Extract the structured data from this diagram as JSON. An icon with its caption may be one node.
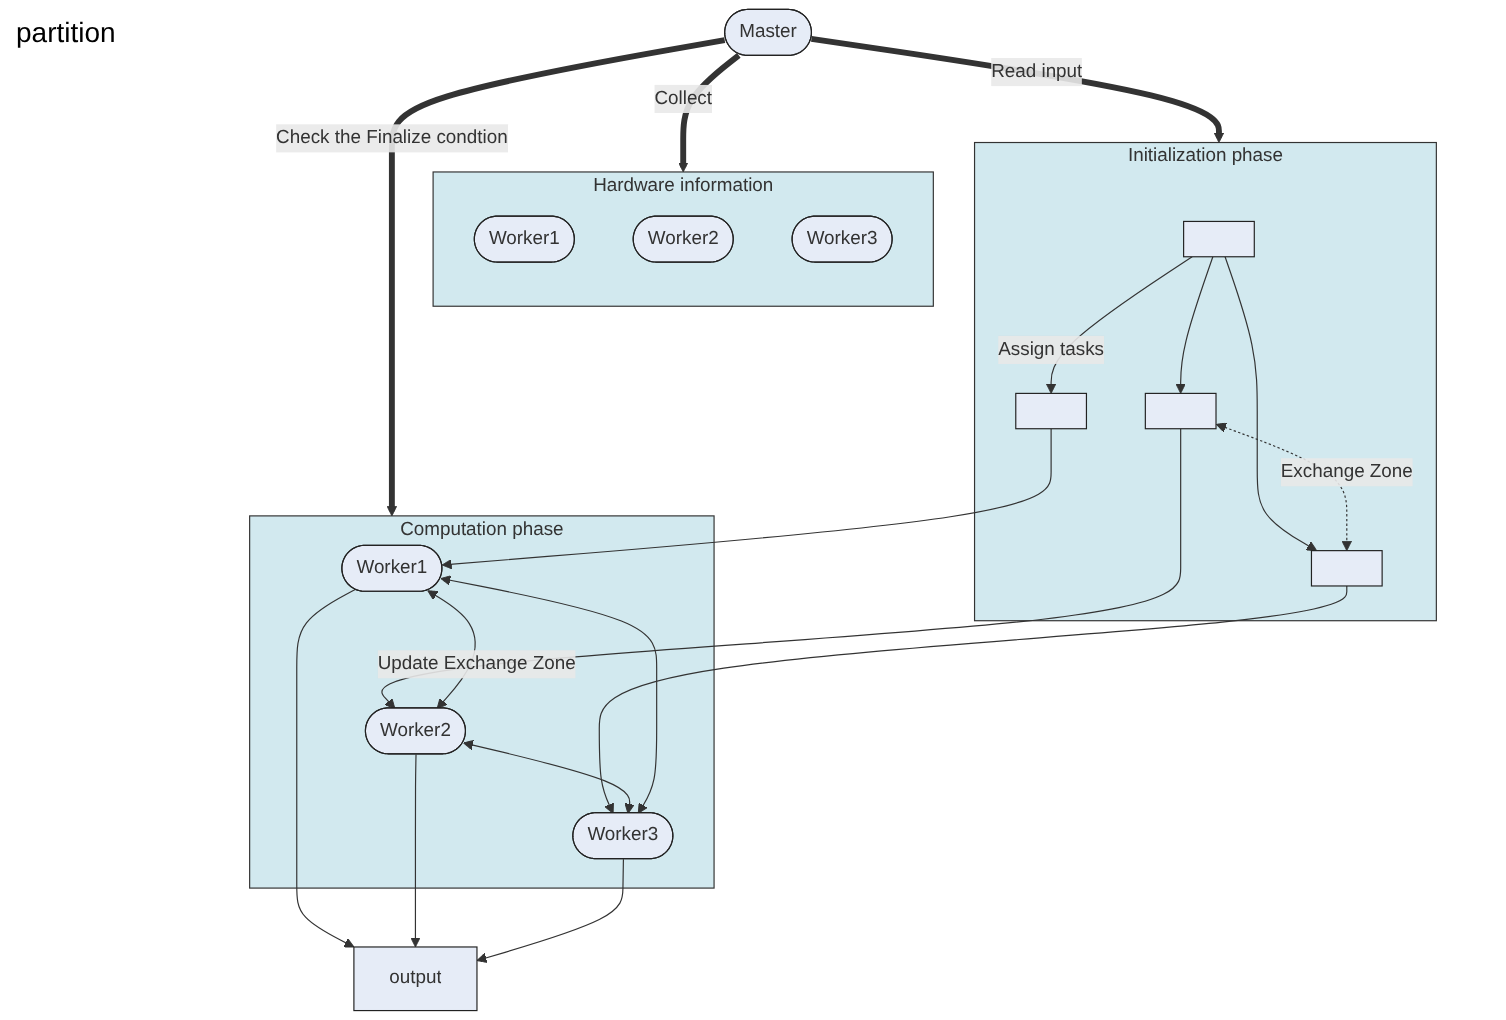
{
  "diagram": {
    "nodes": [
      {
        "text": [
          "Master"
        ]
      },
      {
        "text": [
          "Hardware information"
        ]
      },
      {
        "text": [
          "Worker1"
        ],
        "in": 1
      },
      {
        "text": [
          "Worker2"
        ],
        "in": 1
      },
      {
        "text": [
          "Worker3"
        ],
        "in": 1
      },
      {
        "text": [
          "Initialization phase"
        ]
      },
      {
        "text": [],
        "shape": "box",
        "in": 5
      },
      {
        "text": [],
        "shape": "box",
        "in": 5
      },
      {
        "text": [],
        "shape": "box",
        "in": 5
      },
      {
        "text": [],
        "shape": "box",
        "in": 5
      },
      {
        "text": [
          "Computation phase"
        ]
      },
      {
        "text": [
          "Worker1"
        ],
        "in": 10
      },
      {
        "text": [
          "Worker2"
        ],
        "in": 10
      },
      {
        "text": [
          "Worker3"
        ],
        "in": 10
      },
      {
        "text": [
          "output"
        ]
      }
    ],
    "edges": [
      {
        "from": 0,
        "to": 1,
        "arrow": "to",
        "label": "Collect",
        "style": "thick"
      },
      {
        "from": 0,
        "to": 5,
        "arrow": "to",
        "label": "Read input",
        "style": "thick"
      },
      {
        "from": 0,
        "to": 10,
        "arrow": "to",
        "label": "Check the Finalize condtion",
        "style": "thick"
      },
      {
        "from": 6,
        "to": 7,
        "arrow": "to",
        "label": "Assign tasks"
      },
      {
        "from": 6,
        "to": 8,
        "arrow": "to"
      },
      {
        "from": 6,
        "to": 9,
        "arrow": "to"
      },
      {
        "from": 8,
        "to": 9,
        "arrow": "both",
        "label": "Exchange Zone",
        "style": "dashed"
      },
      {
        "from": 7,
        "to": 11,
        "arrow": "to"
      },
      {
        "from": 8,
        "to": 12,
        "arrow": "to"
      },
      {
        "from": 9,
        "to": 13,
        "arrow": "to"
      },
      {
        "from": 11,
        "to": 12,
        "arrow": "both",
        "label": "Update Exchange Zone"
      },
      {
        "from": 12,
        "to": 13,
        "arrow": "both"
      },
      {
        "from": 11,
        "to": 13,
        "arrow": "both"
      },
      {
        "from": 11,
        "to": 14,
        "arrow": "to"
      },
      {
        "from": 12,
        "to": 14,
        "arrow": "to"
      },
      {
        "from": 13,
        "to": 14,
        "arrow": "to"
      }
    ],
    "labels": [
      "partition"
    ]
  }
}
